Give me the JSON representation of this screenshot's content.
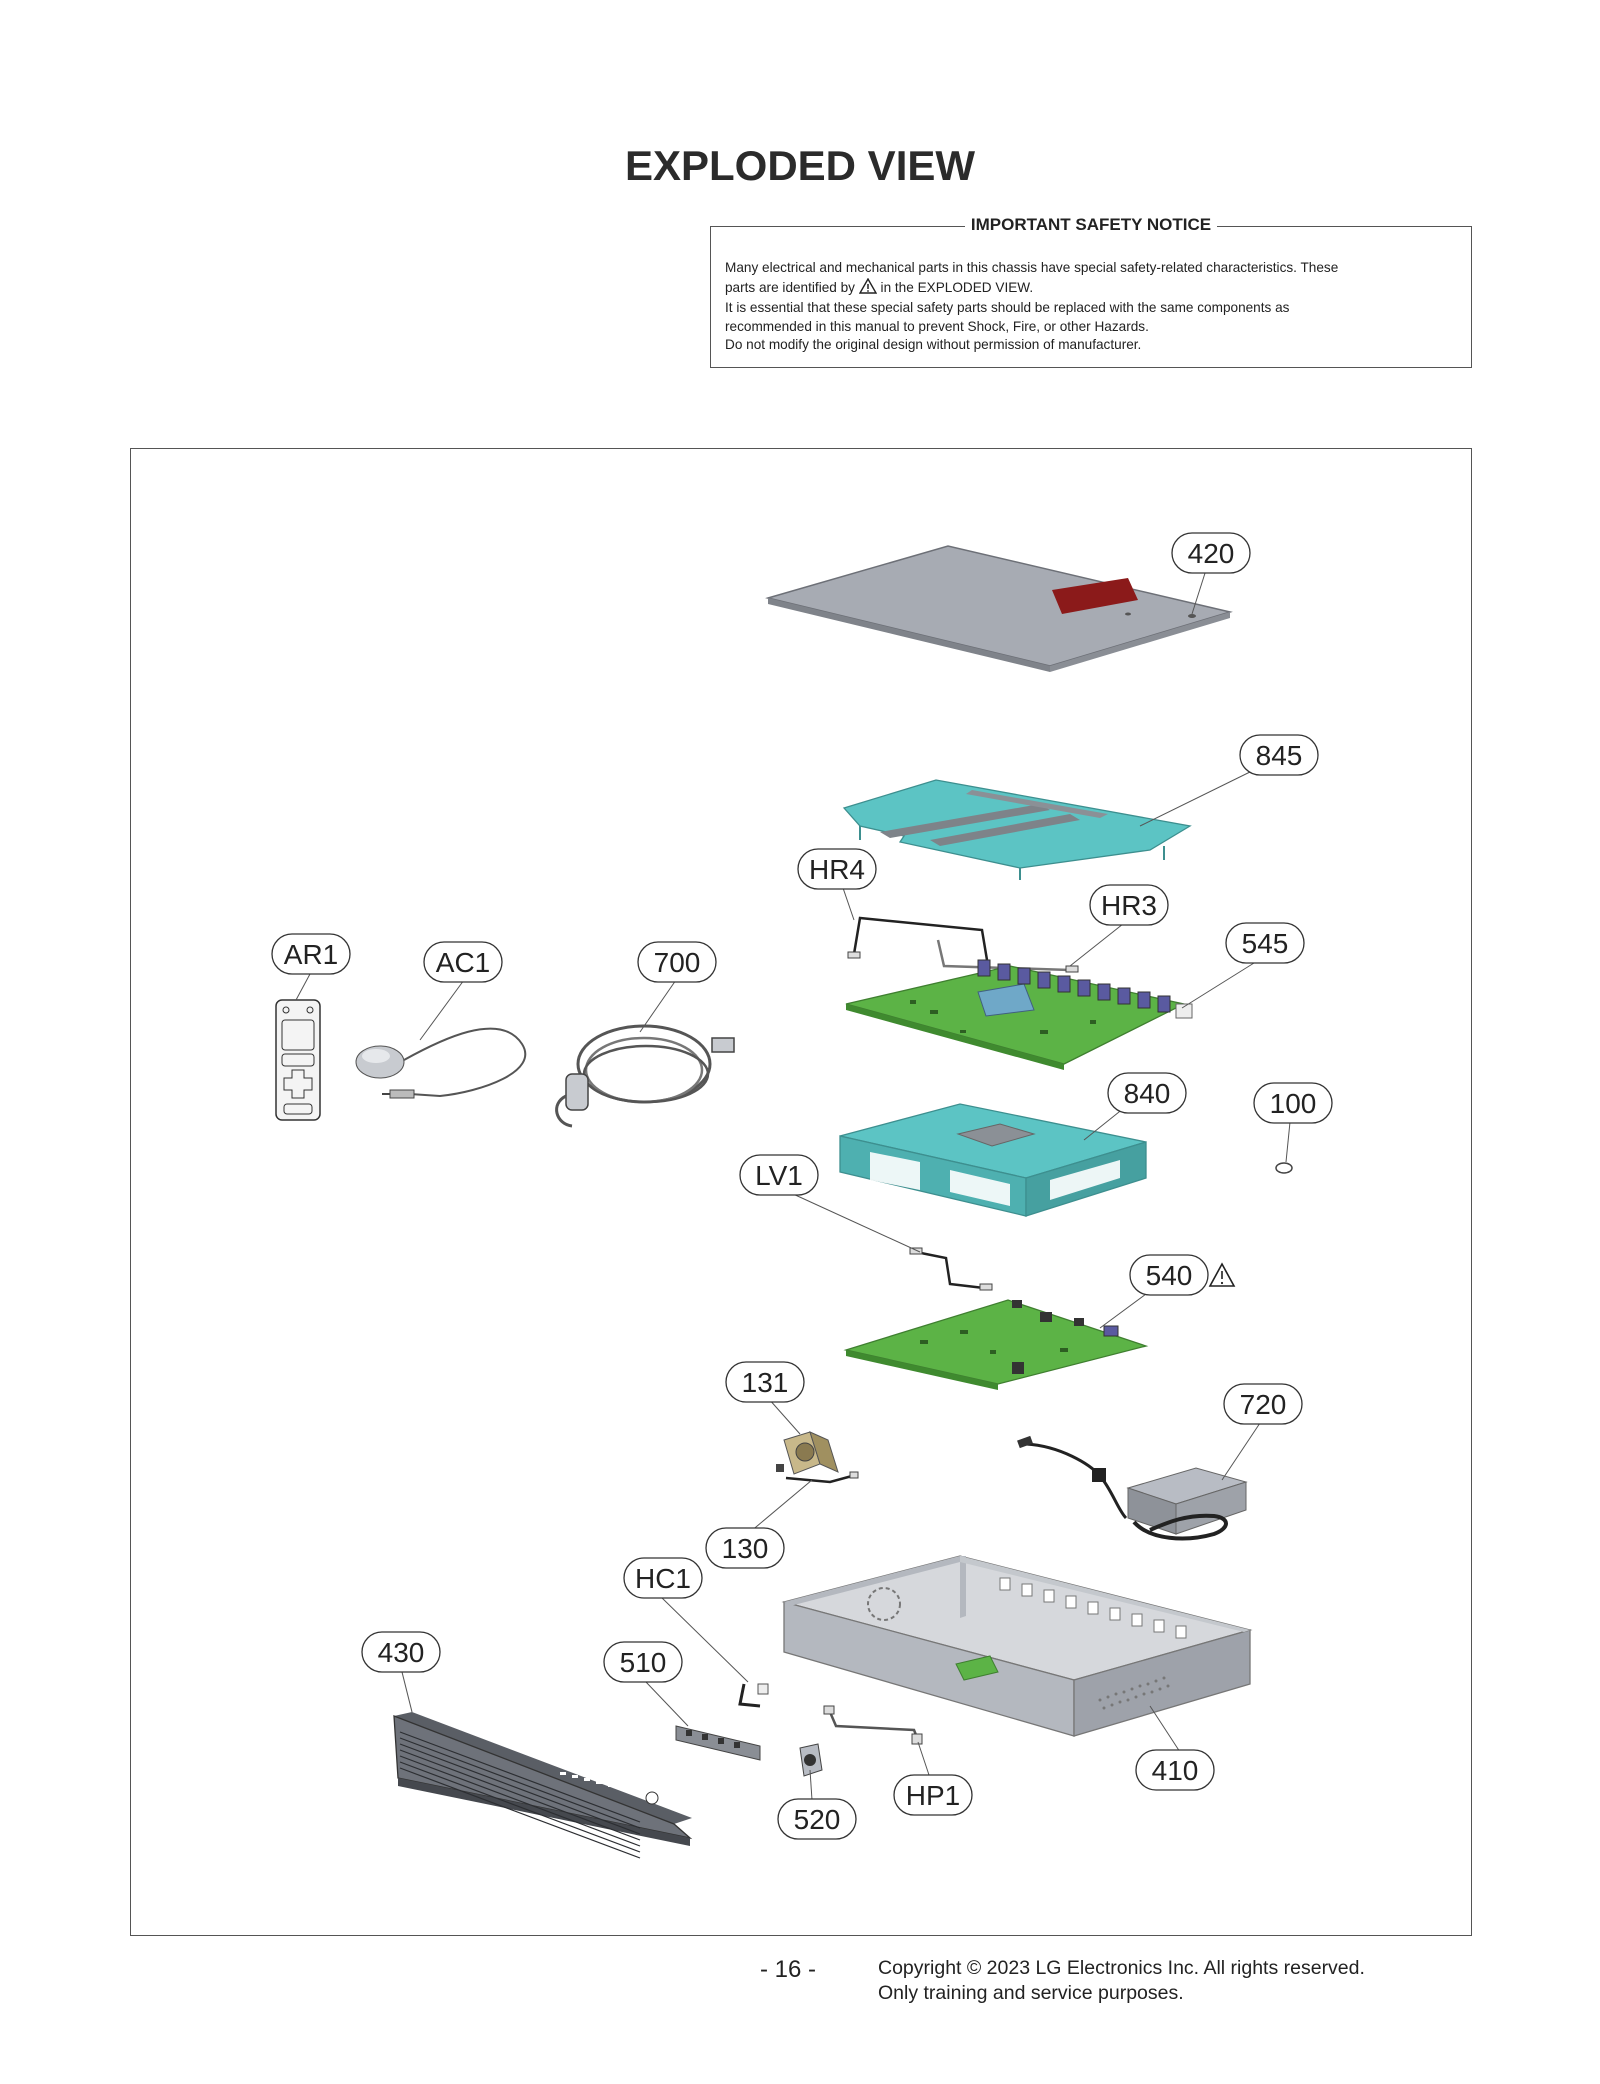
{
  "page": {
    "title": "EXPLODED VIEW",
    "page_number": "- 16 -",
    "copyright_line1": "Copyright © 2023 LG Electronics Inc. All rights reserved.",
    "copyright_line2": "Only training and service purposes."
  },
  "notice": {
    "title": "IMPORTANT SAFETY NOTICE",
    "line1": "Many electrical and mechanical parts in this chassis have special safety-related characteristics. These",
    "line2a": "parts are identified by",
    "line2b": "in the EXPLODED VIEW.",
    "line3": "It is essential that these special safety parts should be replaced with the same components as",
    "line4": "recommended in this manual to prevent Shock, Fire, or other Hazards.",
    "line5": "Do not modify the original design without permission of manufacturer."
  },
  "callouts": {
    "c420": "420",
    "c845": "845",
    "cHR4": "HR4",
    "cHR3": "HR3",
    "c545": "545",
    "cAR1": "AR1",
    "cAC1": "AC1",
    "c700": "700",
    "c840": "840",
    "c100": "100",
    "cLV1": "LV1",
    "c540": "540",
    "c131": "131",
    "c720": "720",
    "c130": "130",
    "cHC1": "HC1",
    "c430": "430",
    "c510": "510",
    "c410": "410",
    "cHP1": "HP1",
    "c520": "520"
  },
  "colors": {
    "pcb_green": "#5cb346",
    "bracket_teal": "#5cc4c4",
    "metal_gray": "#a9adb5",
    "cover_red": "#8b1a1a"
  }
}
